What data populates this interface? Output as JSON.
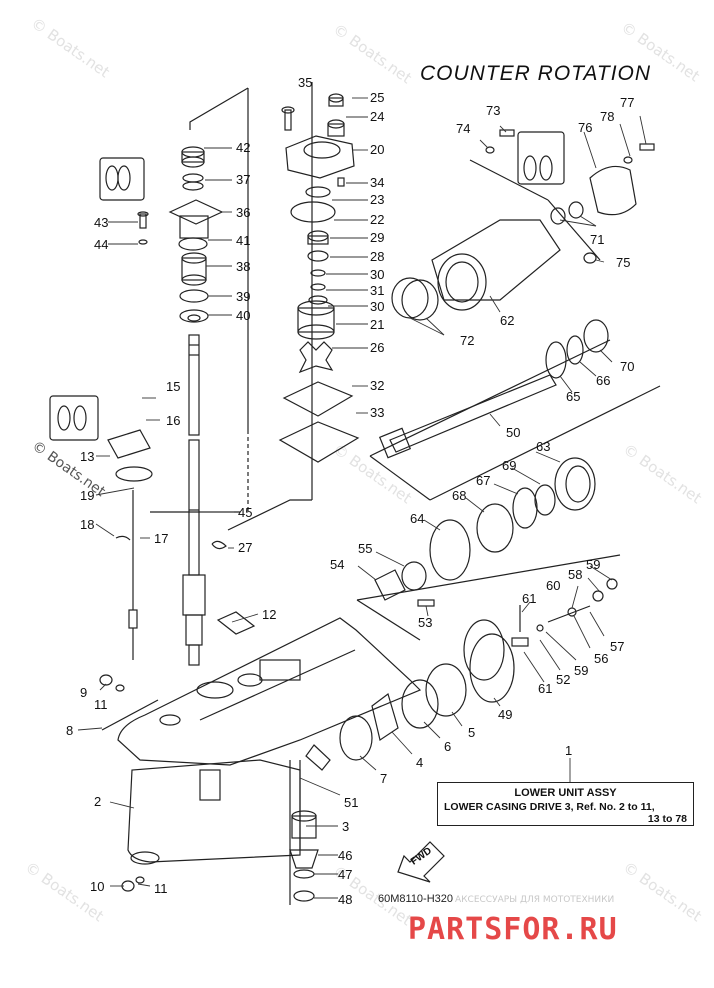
{
  "title": "COUNTER ROTATION",
  "watermark": "© Boats.net",
  "diagram_code": "60M8110-H320",
  "strip_text": "АКСЕССУАРЫ ДЛЯ МОТОТЕХНИКИ",
  "site_logo": "PARTSFOR.RU",
  "fwd_label": "FWD",
  "lower_unit": {
    "ref_number": "1",
    "line1": "LOWER UNIT ASSY",
    "line2": "LOWER CASING DRIVE 3,  Ref. No. 2 to 11,",
    "line3": "13 to 78"
  },
  "callouts": {
    "c2": "2",
    "c3": "3",
    "c4": "4",
    "c5": "5",
    "c6": "6",
    "c7": "7",
    "c8": "8",
    "c9": "9",
    "c10": "10",
    "c11a": "11",
    "c11b": "11",
    "c12": "12",
    "c13": "13",
    "c15": "15",
    "c16": "16",
    "c17": "17",
    "c18": "18",
    "c19": "19",
    "c20": "20",
    "c21": "21",
    "c22": "22",
    "c23": "23",
    "c24": "24",
    "c25": "25",
    "c26": "26",
    "c27": "27",
    "c28": "28",
    "c29": "29",
    "c30a": "30",
    "c30b": "30",
    "c31": "31",
    "c32": "32",
    "c33": "33",
    "c34": "34",
    "c35": "35",
    "c36": "36",
    "c37": "37",
    "c38": "38",
    "c39": "39",
    "c40": "40",
    "c41": "41",
    "c42": "42",
    "c43": "43",
    "c44": "44",
    "c45": "45",
    "c46": "46",
    "c47": "47",
    "c48": "48",
    "c49": "49",
    "c50": "50",
    "c51": "51",
    "c52": "52",
    "c53": "53",
    "c54": "54",
    "c55": "55",
    "c56": "56",
    "c57": "57",
    "c58": "58",
    "c59a": "59",
    "c59b": "59",
    "c60": "60",
    "c61a": "61",
    "c61b": "61",
    "c62": "62",
    "c63": "63",
    "c64": "64",
    "c65": "65",
    "c66": "66",
    "c67": "67",
    "c68": "68",
    "c69": "69",
    "c70": "70",
    "c71": "71",
    "c72": "72",
    "c73": "73",
    "c74": "74",
    "c75": "75",
    "c76": "76",
    "c77": "77",
    "c78": "78"
  }
}
